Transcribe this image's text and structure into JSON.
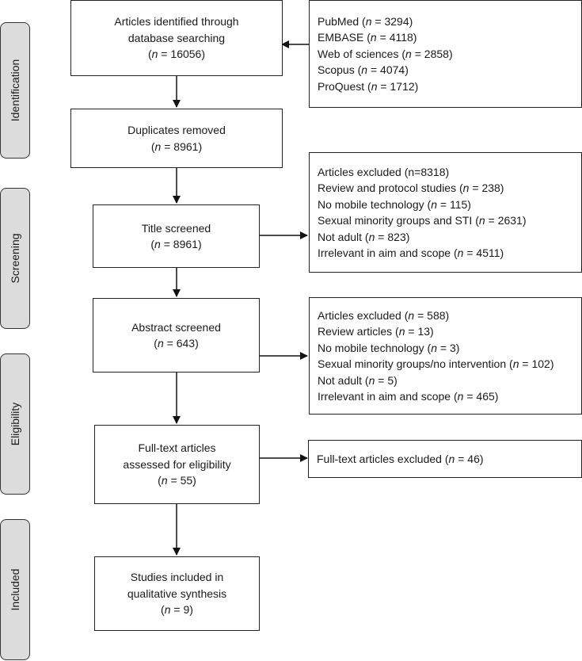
{
  "phases": {
    "identification": "Identification",
    "screening": "Screening",
    "eligibility": "Eligibility",
    "included": "Included"
  },
  "identified": {
    "line1": "Articles identified through",
    "line2": "database searching",
    "n": "16056"
  },
  "databases": [
    {
      "name": "PubMed",
      "n": "3294"
    },
    {
      "name": "EMBASE",
      "n": "4118"
    },
    {
      "name": "Web of sciences",
      "n": "2858"
    },
    {
      "name": "Scopus",
      "n": "4074"
    },
    {
      "name": "ProQuest",
      "n": "1712"
    }
  ],
  "duplicates": {
    "line1": "Duplicates removed",
    "n": "8961"
  },
  "title_screened": {
    "line1": "Title screened",
    "n": "8961"
  },
  "title_excluded": {
    "header_label": "Articles excluded (n=8318)",
    "items": [
      {
        "label": "Review and protocol studies",
        "n": "238"
      },
      {
        "label": "No mobile technology",
        "n": "115"
      },
      {
        "label": "Sexual minority groups and STI",
        "n": "2631"
      },
      {
        "label": "Not adult",
        "n": "823"
      },
      {
        "label": "Irrelevant in aim and scope",
        "n": "4511"
      }
    ]
  },
  "abstract_screened": {
    "line1": "Abstract screened",
    "n": "643"
  },
  "abstract_excluded": {
    "header": {
      "label": "Articles excluded",
      "n": "588"
    },
    "items": [
      {
        "label": "Review articles",
        "n": "13"
      },
      {
        "label": "No mobile technology",
        "n": "3"
      },
      {
        "label": "Sexual minority groups/no intervention",
        "n": "102"
      },
      {
        "label": "Not adult",
        "n": "5"
      },
      {
        "label": "Irrelevant in aim and scope",
        "n": "465"
      }
    ]
  },
  "fulltext": {
    "line1": "Full-text articles",
    "line2": "assessed for eligibility",
    "n": "55"
  },
  "fulltext_excluded": {
    "label": "Full-text articles excluded",
    "n": "46"
  },
  "included": {
    "line1": "Studies included in",
    "line2": "qualitative synthesis",
    "n": "9"
  }
}
